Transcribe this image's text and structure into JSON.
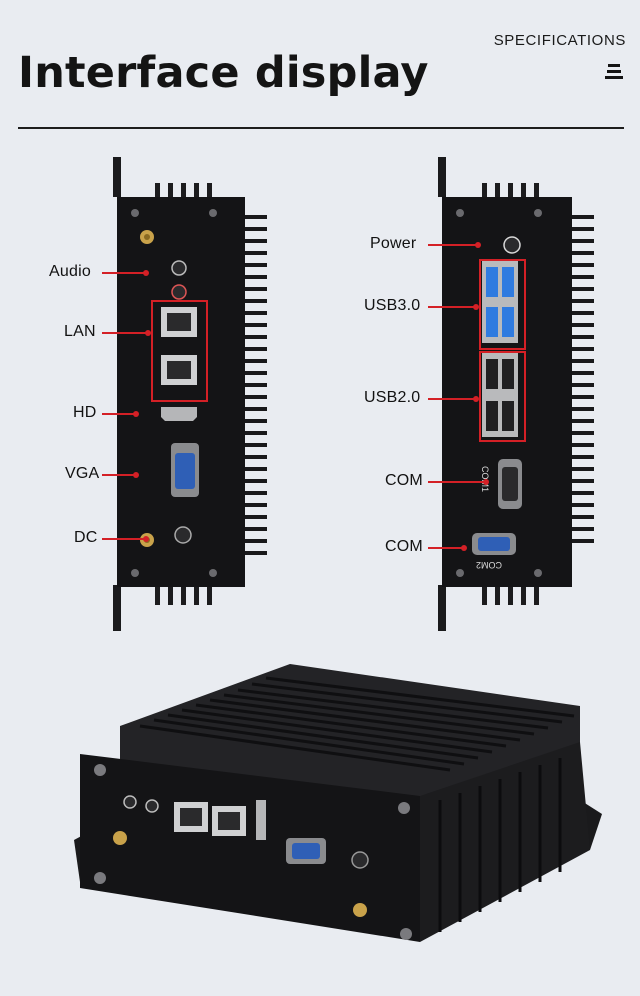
{
  "header": {
    "title": "Interface display",
    "spec_link": "SPECIFICATIONS",
    "menu_icon": "hamburger-menu-icon"
  },
  "left_panel": {
    "labels": [
      "Audio",
      "LAN",
      "HD",
      "VGA",
      "DC"
    ]
  },
  "right_panel": {
    "labels": [
      "Power",
      "USB3.0",
      "USB2.0",
      "COM",
      "COM"
    ],
    "port_prints": [
      "COM1",
      "COM2"
    ]
  },
  "colors": {
    "background": "#e9ecf1",
    "callout": "#d42026",
    "chassis": "#141416",
    "usb3": "#2f7be0"
  }
}
